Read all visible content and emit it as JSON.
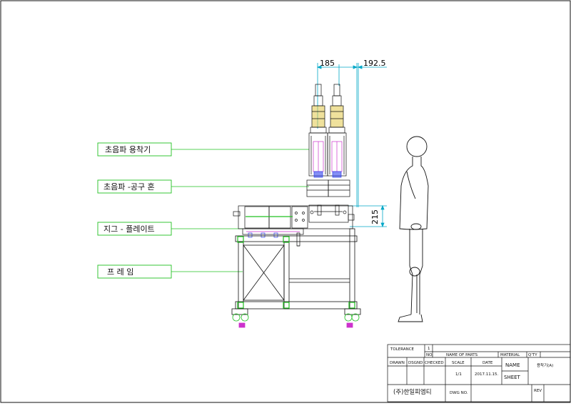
{
  "labels": {
    "ultrasonic_welder": "초음파 용착기",
    "ultrasonic_horn": "초음파 -공구 혼",
    "jig_plate": "지그 - 플레이트",
    "frame": "프 레 임"
  },
  "dimensions": {
    "width_a": "185",
    "width_b": "192.5",
    "height": "215"
  },
  "title_block": {
    "tolerance_label": "TOLERANCE",
    "tolerance_value": "1",
    "no_label": "NO.",
    "name_of_parts_label": "NAME OF PARTS",
    "material_label": "MATERIAL",
    "qty_label": "Q'TY",
    "drawn_label": "DRAWN",
    "dsgnd_label": "DSGND",
    "checked_label": "CHECKED",
    "scale_label": "SCALE",
    "scale_value": "1/1",
    "date_label": "DATE",
    "date_value": "2017.11.15.",
    "name_label": "NAME",
    "name_value": "용착기(A)",
    "sheet_label": "SHEET",
    "company": "(주)한일피엠티",
    "dwg_no_label": "DWG NO.",
    "rev_label": "REV"
  },
  "colors": {
    "line": "#111111",
    "callout": "#22c122",
    "dimension": "#00a7c7",
    "brass": "#e2c84a",
    "accent_magenta": "#cc33cc",
    "accent_blue": "#3344ee"
  }
}
